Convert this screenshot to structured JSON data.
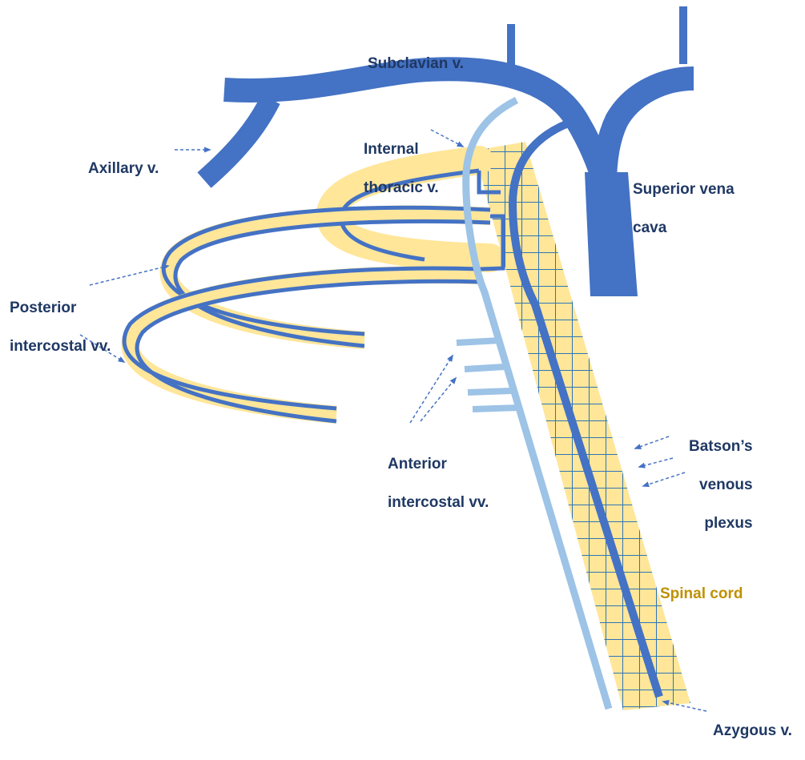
{
  "colors": {
    "vein": "#4472c4",
    "light_vein": "#9dc3e6",
    "rib": "#ffe699",
    "plexus_grid": "#2e75b6",
    "label_text": "#1f3864",
    "spinal_text": "#bf9000",
    "arrow": "#4472c4",
    "background": "#ffffff"
  },
  "labels": {
    "subclavian": "Subclavian v.",
    "axillary": "Axillary v.",
    "internal_thoracic": [
      "Internal",
      "thoracic v."
    ],
    "superior_vena_cava": [
      "Superior vena",
      "cava"
    ],
    "posterior_intercostal": [
      "Posterior",
      "intercostal vv."
    ],
    "anterior_intercostal": [
      "Anterior",
      "intercostal vv."
    ],
    "batsons_plexus": [
      "Batson’s",
      "venous",
      "plexus"
    ],
    "spinal_cord": "Spinal cord",
    "azygous": "Azygous v."
  },
  "icons": {
    "leader_arrow": "dashed-arrow-icon"
  }
}
